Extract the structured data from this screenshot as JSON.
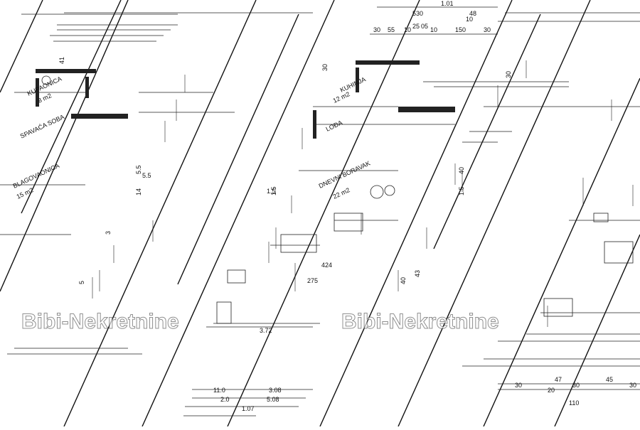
{
  "watermarks": [
    "Bibi-Nekretnine",
    "Bibi-Nekretnine"
  ],
  "room_labels": [
    {
      "text": "KUPAONICA",
      "angle": -25
    },
    {
      "text": "BLAGOVAONICA",
      "angle": -25
    },
    {
      "text": "DNEVNI BORAVAK",
      "angle": -25
    },
    {
      "text": "SPAVAĆA SOBA",
      "angle": -25
    },
    {
      "text": "KUHINJA",
      "angle": -25
    },
    {
      "text": "LOĐA",
      "angle": -25
    }
  ],
  "dimension_labels_top": [
    "530",
    "48",
    "1.01",
    "10",
    "30",
    "55",
    "10",
    "25",
    "05",
    "10",
    "150",
    "30"
  ],
  "dimension_labels_side": [
    "30",
    "41",
    "5.5",
    "14",
    "1.5",
    "3",
    "5",
    "43",
    "40",
    "1.5",
    "40",
    "30"
  ],
  "dimension_labels_bottom": [
    "11.0",
    "3.08",
    "5.08",
    "1.07",
    "2.0",
    "30",
    "20",
    "47",
    "30",
    "45",
    "30",
    "110"
  ],
  "area_labels": [
    "8 m2",
    "15 m2",
    "22 m2",
    "12 m2"
  ],
  "small_labels": [
    "275",
    "424",
    "1.5",
    "5.5",
    "3.72"
  ]
}
